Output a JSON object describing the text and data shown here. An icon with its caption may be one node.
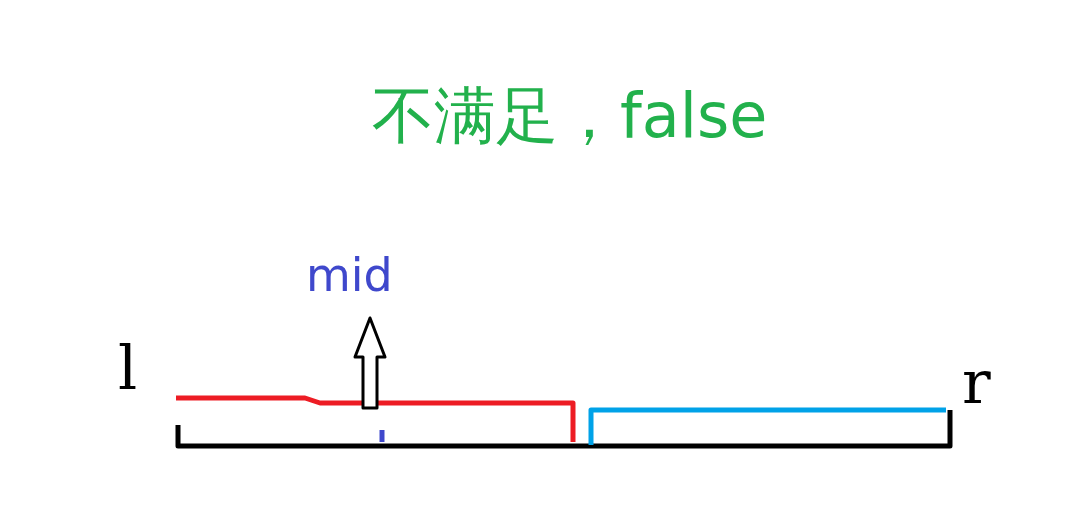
{
  "diagram": {
    "title": "不满足，false",
    "labels": [
      "mid",
      "l",
      "r"
    ]
  }
}
